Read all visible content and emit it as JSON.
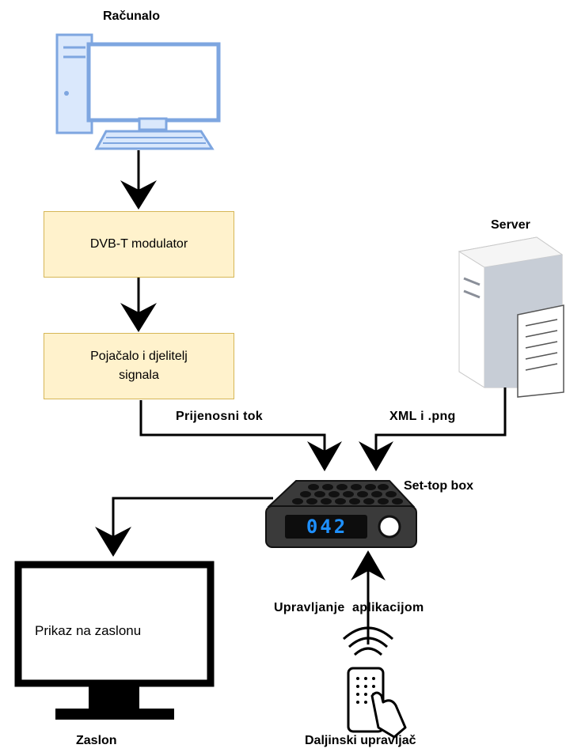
{
  "nodes": {
    "computer": {
      "label": "Računalo",
      "icon": "desktop-computer-icon"
    },
    "modulator": {
      "label": "DVB-T modulator"
    },
    "amplifier": {
      "label_line1": "Pojačalo i djelitelj",
      "label_line2": "signala"
    },
    "server": {
      "label": "Server",
      "icon": "server-icon"
    },
    "settop": {
      "label": "Set-top box",
      "display": "042",
      "icon": "set-top-box-icon"
    },
    "screen": {
      "label": "Zaslon",
      "content": "Prikaz na zaslonu",
      "icon": "monitor-icon"
    },
    "remote": {
      "label": "Daljinski upravljač",
      "icon": "remote-control-icon"
    }
  },
  "edges": {
    "transport_stream": "Prijenosni tok",
    "xml_png": "XML i .png",
    "app_control": "Upravljanje  aplikacijom"
  },
  "colors": {
    "box_fill": "#fff2cc",
    "box_border": "#d6b656",
    "icon_blue": "#7ea6e0",
    "icon_fill": "#dae8fc",
    "display_digits": "#1e90ff"
  }
}
